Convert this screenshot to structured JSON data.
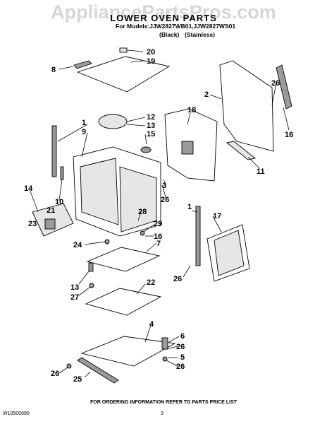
{
  "watermark": "AppliancePartsPros.com",
  "header": {
    "title": "LOWER OVEN PARTS",
    "models_line": "For Models:JJW2827WB01,JJW2827WS01",
    "color_black": "(Black)",
    "color_stainless": "(Stainless)"
  },
  "callouts": {
    "c1a": "1",
    "c1b": "1",
    "c2": "2",
    "c3": "3",
    "c4": "4",
    "c5": "5",
    "c6": "6",
    "c7": "7",
    "c8": "8",
    "c9": "9",
    "c10": "10",
    "c11": "11",
    "c12": "12",
    "c13": "13",
    "c14": "14",
    "c15": "15",
    "c16a": "16",
    "c16b": "16",
    "c17": "17",
    "c18": "18",
    "c19": "19",
    "c20": "20",
    "c21": "21",
    "c22": "22",
    "c23": "23",
    "c24": "24",
    "c25": "25",
    "c26a": "26",
    "c26b": "26",
    "c26c": "26",
    "c26d": "26",
    "c26e": "26",
    "c26f": "26",
    "c27": "27",
    "c28": "28",
    "c29": "29"
  },
  "footer": {
    "note": "FOR ORDERING INFORMATION REFER TO PARTS PRICE LIST",
    "doc_number": "W10500690",
    "page_number": "3"
  }
}
